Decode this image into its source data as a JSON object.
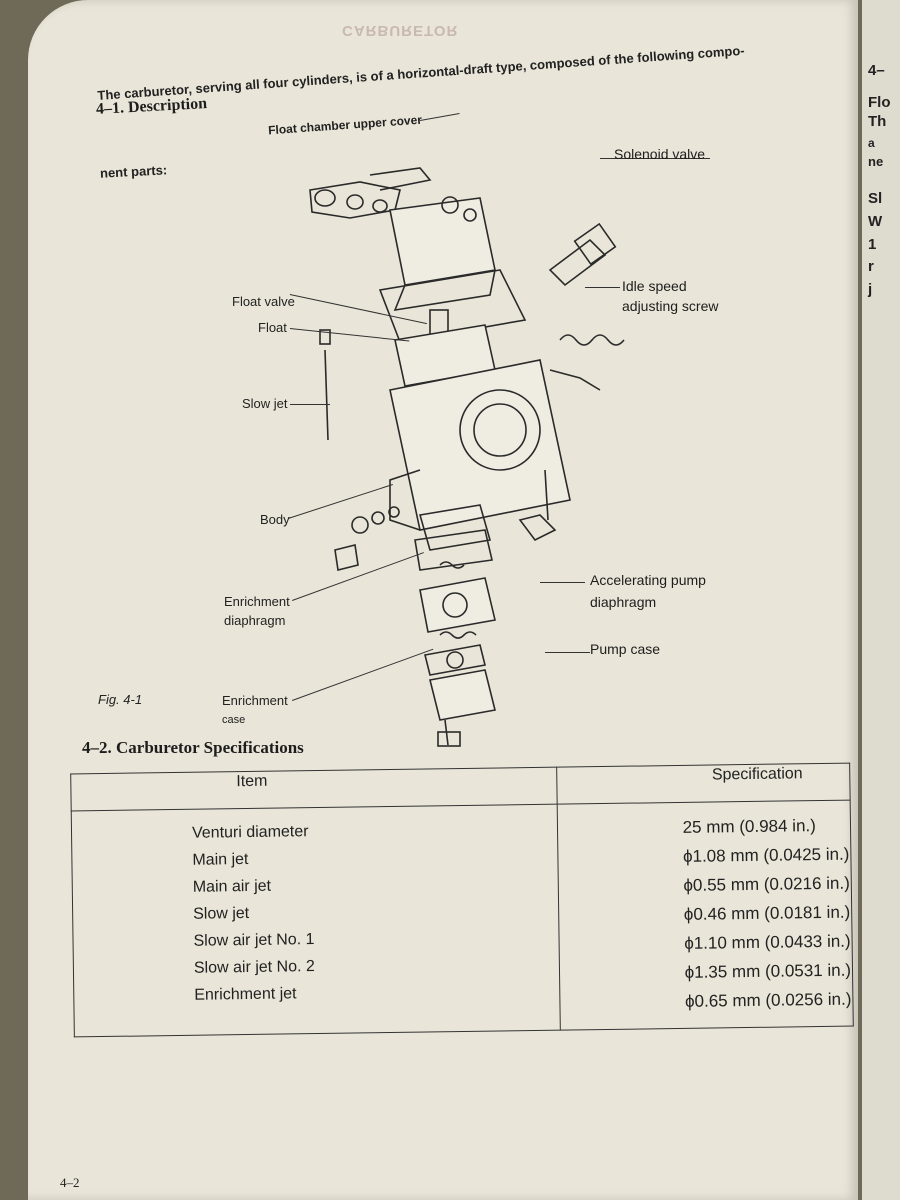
{
  "section_1": {
    "heading": "4–1.  Description",
    "intro_line1": "The carburetor, serving all four cylinders, is of a horizontal-draft type, composed of the following compo-",
    "intro_line2": "nent parts:",
    "header_mirror": "CARBURETOR"
  },
  "figure": {
    "caption": "Fig. 4-1",
    "labels": {
      "float_chamber_upper_cover": "Float chamber upper cover",
      "solenoid_valve": "Solenoid valve",
      "idle_speed_line1": "Idle speed",
      "idle_speed_line2": "adjusting screw",
      "float_valve": "Float valve",
      "float": "Float",
      "slow_jet": "Slow jet",
      "body": "Body",
      "accel_line1": "Accelerating pump",
      "accel_line2": "diaphragm",
      "enrich_line1": "Enrichment",
      "enrich_line2": "diaphragm",
      "pump_case": "Pump case",
      "enrich_case_line1": "Enrichment",
      "enrich_case_line2": "case"
    }
  },
  "section_2": {
    "heading": "4–2.  Carburetor Specifications",
    "table": {
      "headers": [
        "Item",
        "Specification"
      ],
      "items": [
        "Venturi diameter",
        "Main jet",
        "Main air jet",
        "Slow jet",
        "Slow air jet No. 1",
        "Slow air jet No. 2",
        "Enrichment jet"
      ],
      "specs": [
        "25 mm (0.984 in.)",
        "ϕ1.08 mm (0.0425 in.)",
        "ϕ0.55 mm (0.0216 in.)",
        "ϕ0.46 mm (0.0181 in.)",
        "ϕ1.10 mm (0.0433 in.)",
        "ϕ1.35 mm (0.0531 in.)",
        "ϕ0.65 mm (0.0256 in.)"
      ]
    }
  },
  "page_number": "4–2",
  "right_page": {
    "frags": [
      "4–",
      "Flo",
      "Th",
      "a",
      "ne",
      "Sl",
      "W",
      "1",
      "r",
      "j"
    ]
  }
}
